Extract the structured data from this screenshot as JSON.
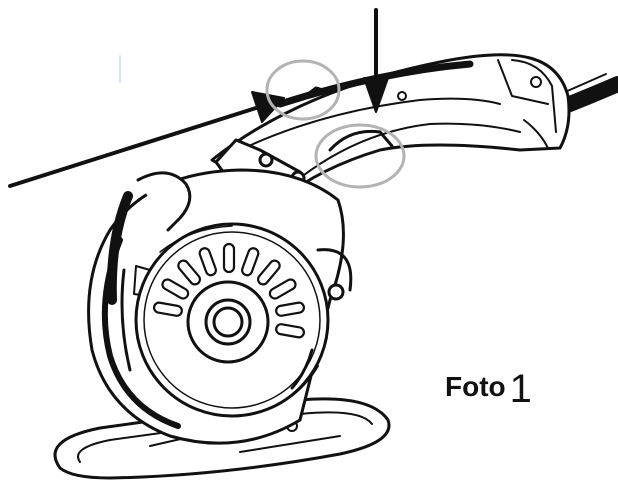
{
  "caption": {
    "label": "Foto",
    "number": "1"
  },
  "colors": {
    "line": "#111111",
    "highlight_circle": "#b3b3b3",
    "background": "#ffffff",
    "accent_mark": "#cfe3f4"
  },
  "figure": {
    "subject": "cutting-machine-illustration",
    "callouts": [
      "left-arrow",
      "top-arrow",
      "upper-circle",
      "lower-circle"
    ]
  }
}
